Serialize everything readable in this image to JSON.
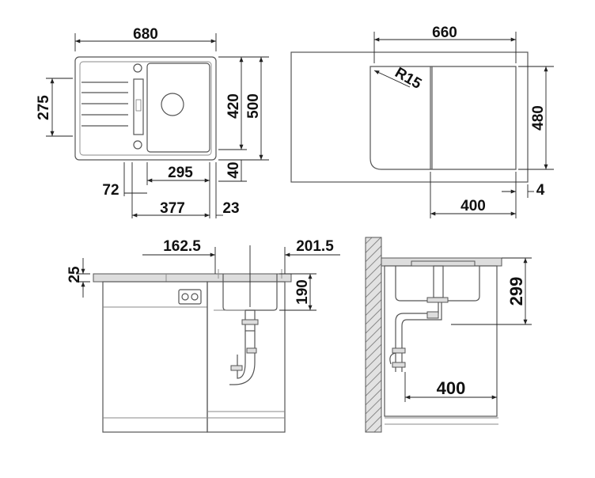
{
  "dimensions": {
    "top_left": {
      "width": "680",
      "depth_bowl_side": "275",
      "bowl_depth": "420",
      "overall_depth": "500",
      "rear_margin": "40",
      "bowl_width": "295",
      "drainer_offset": "72",
      "bowl_right": "377",
      "right_margin": "23"
    },
    "top_right": {
      "width": "660",
      "depth": "480",
      "radius": "R15",
      "offset": "400",
      "gap": "4"
    },
    "bottom_left": {
      "left_offset": "162.5",
      "right_offset": "201.5",
      "worktop": "25",
      "bowl_height": "190"
    },
    "bottom_right": {
      "height": "299",
      "drain_distance": "400"
    }
  }
}
